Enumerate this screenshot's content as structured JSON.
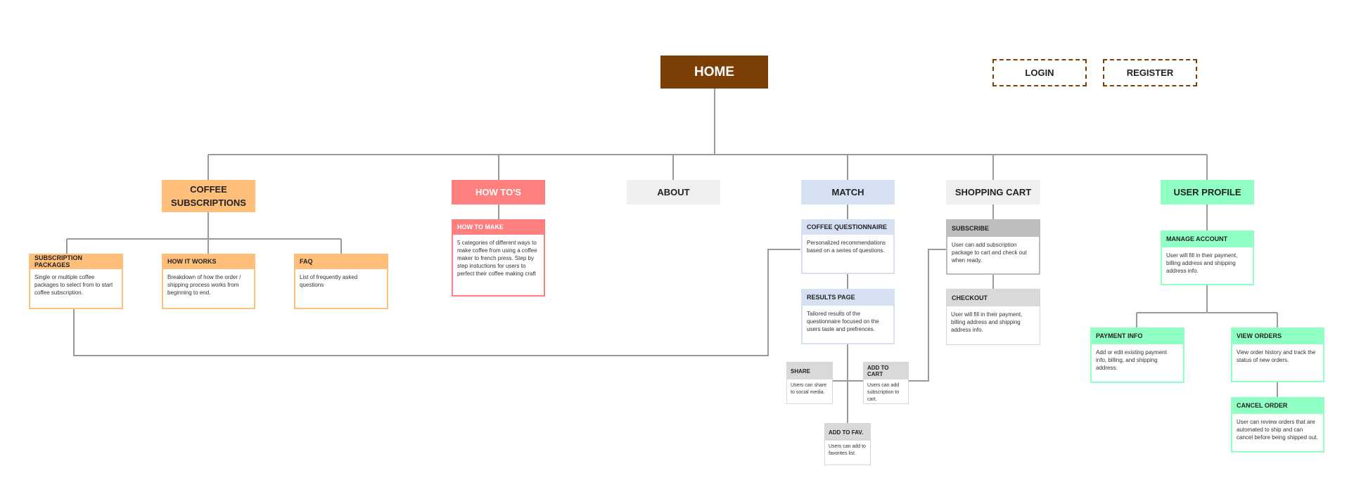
{
  "colors": {
    "home": "#7B3F06",
    "subscriptions": "#FFBE7A",
    "howto": "#FF7E7E",
    "about": "#EFEFEF",
    "match": "#D5E0F3",
    "cart": "#EFEFEF",
    "profile": "#8FFFC3",
    "line": "#9A9A9A"
  },
  "home": "HOME",
  "auth": {
    "login": "LOGIN",
    "register": "REGISTER"
  },
  "sections": {
    "subscriptions": "COFFEE SUBSCRIPTIONS",
    "howto": "HOW TO'S",
    "about": "ABOUT",
    "match": "MATCH",
    "cart": "SHOPPING CART",
    "profile": "USER PROFILE"
  },
  "cards": {
    "subscription_packages": {
      "title": "SUBSCRIPTION PACKAGES",
      "body": "Single or multiple coffee packages to select from to start coffee subscription."
    },
    "how_it_works": {
      "title": "HOW IT WORKS",
      "body": "Breakdown of how the order / shipping process works from beginning to end."
    },
    "faq": {
      "title": "FAQ",
      "body": "List of frequently asked questions"
    },
    "how_to_make": {
      "title": "HOW TO MAKE",
      "body": "5 categories of different ways to make coffee from using a coffee maker to french press. Step by step instuctions for users to perfect their coffee making craft"
    },
    "coffee_questionnaire": {
      "title": "COFFEE QUESTIONNAIRE",
      "body": "Personalized recommendations based on a series of questions."
    },
    "results_page": {
      "title": "RESULTS PAGE",
      "body": "Tailored results of the questionnaire focused on the users taste and prefrences."
    },
    "share": {
      "title": "SHARE",
      "body": "Users can share to social media."
    },
    "add_to_cart": {
      "title": "ADD TO CART",
      "body": "Users can add subscription to cart."
    },
    "add_to_fav": {
      "title": "ADD TO FAV.",
      "body": "Users can add to favorites list."
    },
    "subscribe": {
      "title": "SUBSCRIBE",
      "body": "User can add subscription package to cart and check out when ready."
    },
    "checkout": {
      "title": "CHECKOUT",
      "body": "User will fill in their payment, billing address and shipping address info."
    },
    "manage_account": {
      "title": "MANAGE ACCOUNT",
      "body": "User will fill in their payment, billing address and shipping address info."
    },
    "payment_info": {
      "title": "PAYMENT INFO",
      "body": "Add or edit existing payment info, billing, and shipping address."
    },
    "view_orders": {
      "title": "VIEW ORDERS",
      "body": "View order history and track the status of new orders."
    },
    "cancel_order": {
      "title": "CANCEL ORDER",
      "body": "User can review orders that are automated to ship and can cancel before being shipped out."
    }
  }
}
